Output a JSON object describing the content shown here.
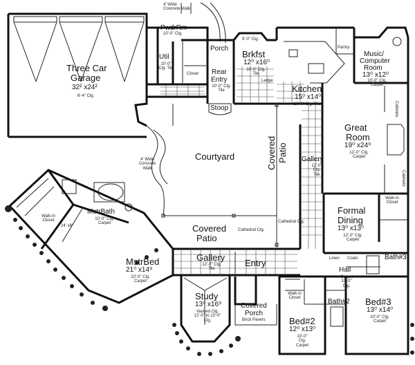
{
  "rooms": {
    "garage": {
      "name": "Three Car",
      "name2": "Garage",
      "dims": "32² x24²",
      "note": "8'-4\" Clg."
    },
    "courtyard": {
      "name": "Courtyard"
    },
    "powder": {
      "name": "PwdrRm",
      "note": "10'-0\" Clg."
    },
    "util": {
      "name": "Util",
      "note": "10'-0\" Clg. Tile"
    },
    "porch": {
      "name": "Porch"
    },
    "rear_entry": {
      "name": "Rear",
      "name2": "Entry",
      "note": "10'-0\" Clg. Tile"
    },
    "stoop": {
      "name": "Stoop"
    },
    "brkfst": {
      "name": "Brkfst",
      "dims": "12⁰ x16⁰",
      "note": "10'-0\" Clg. Tile"
    },
    "kitchen": {
      "name": "Kitchen",
      "dims": "15⁰ x14⁰",
      "note": "10'-0\" Clg. Tile"
    },
    "music": {
      "name": "Music/",
      "name2": "Computer",
      "name3": "Room",
      "dims": "13⁰ x12⁰",
      "note": "10'-0\" Clg. Carpet"
    },
    "great": {
      "name": "Great",
      "name2": "Room",
      "dims": "19⁰ x24⁹",
      "note": "12'-0\" Clg. Carpet"
    },
    "gallery_e": {
      "name": "Gallery",
      "note": "12'-0\" Clg. Tile"
    },
    "covered_patio_e": {
      "name": "Covered",
      "name2": "Patio"
    },
    "formal_dining": {
      "name": "Formal",
      "name2": "Dining",
      "dims": "13⁰ x13⁰",
      "note": "12'-0\" Clg. Carpet"
    },
    "master_bath": {
      "name": "MstrBath",
      "note": "10'-0\" Clg. Carpet"
    },
    "master_bed": {
      "name": "MstrBed",
      "dims": "21⁰ x14⁹",
      "note": "10'-0\" Clg. Carpet"
    },
    "covered_patio_s": {
      "name": "Covered",
      "name2": "Patio"
    },
    "gallery_s": {
      "name": "Gallery",
      "note": "12'-0\" Clg. Tile"
    },
    "entry": {
      "name": "Entry"
    },
    "study": {
      "name": "Study",
      "dims": "13⁰ x16⁹",
      "note": "Vaulted Clg. 12'-0\" to 15'-0\" Clg."
    },
    "covered_porch": {
      "name": "Covered",
      "name2": "Porch",
      "note": "Brick Pavers"
    },
    "bed2": {
      "name": "Bed#2",
      "dims": "12⁰ x13⁰",
      "note": "10'-0\" Clg. Carpet"
    },
    "bath2": {
      "name": "Bath#2"
    },
    "bed3": {
      "name": "Bed#3",
      "dims": "13⁰ x14⁰",
      "note": "10'-0\" Clg. Carpet"
    },
    "bath3": {
      "name": "Bath#3"
    },
    "hall": {
      "name": "Hall",
      "note": "Carpet 10'-0\" Clg."
    }
  },
  "small_labels": {
    "walk_top": "4' Wide Concrete Walk",
    "walk_left": "4' Wide Concrete Walk",
    "walkin_closet_mstr": "Walk-in Closet",
    "walkin_closet_mstr_dims": "24' x8'",
    "walkin_closet_dining": "Walk-in Closet",
    "walkin_closet_bed2": "Walk-in Closet",
    "closet": "Closet",
    "pantry": "Pantry",
    "cabinets1": "Cabinets",
    "cabinets2": "Cabinets",
    "linen": "Linen",
    "coats": "Coats",
    "cathedral1": "Cathedral Clg.",
    "cathedral2": "Cathedral Clg.",
    "ledge": "Ledge",
    "ceiling_9": "9'-0\" Clg."
  }
}
